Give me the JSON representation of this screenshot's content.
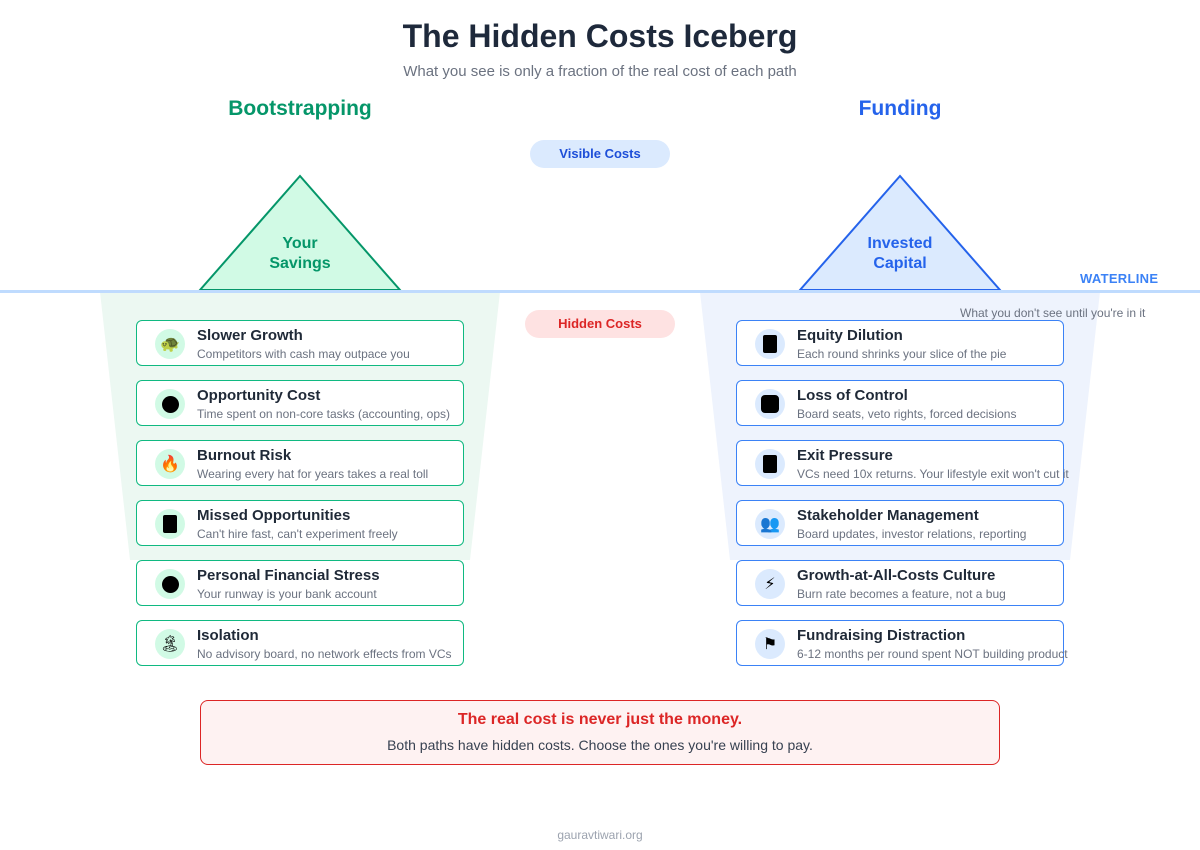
{
  "header": {
    "title": "The Hidden Costs Iceberg",
    "subtitle": "What you see is only a fraction of the real cost of each path"
  },
  "columns": {
    "left": {
      "heading": "Bootstrapping",
      "tip_line1": "Your",
      "tip_line2": "Savings"
    },
    "right": {
      "heading": "Funding",
      "tip_line1": "Invested",
      "tip_line2": "Capital"
    }
  },
  "pills": {
    "visible": "Visible Costs",
    "hidden": "Hidden Costs"
  },
  "waterline": {
    "label": "WATERLINE",
    "note": "What you don't see until you're in it"
  },
  "bootstrapping_costs": [
    {
      "title": "Slower Growth",
      "desc": "Competitors with cash may outpace you",
      "icon": "turtle-icon"
    },
    {
      "title": "Opportunity Cost",
      "desc": "Time spent on non-core tasks (accounting, ops)",
      "icon": "clock-icon"
    },
    {
      "title": "Burnout Risk",
      "desc": "Wearing every hat for years takes a real toll",
      "icon": "fire-icon"
    },
    {
      "title": "Missed Opportunities",
      "desc": "Can't hire fast, can't experiment freely",
      "icon": "door-icon"
    },
    {
      "title": "Personal Financial Stress",
      "desc": "Your runway is your bank account",
      "icon": "circle-icon"
    },
    {
      "title": "Isolation",
      "desc": "No advisory board, no network effects from VCs",
      "icon": "island-icon"
    }
  ],
  "funding_costs": [
    {
      "title": "Equity Dilution",
      "desc": "Each round shrinks your slice of the pie",
      "icon": "document-icon"
    },
    {
      "title": "Loss of Control",
      "desc": "Board seats, veto rights, forced decisions",
      "icon": "square-icon"
    },
    {
      "title": "Exit Pressure",
      "desc": "VCs need 10x returns. Your lifestyle exit won't cut it",
      "icon": "door-icon"
    },
    {
      "title": "Stakeholder Management",
      "desc": "Board updates, investor relations, reporting",
      "icon": "people-icon"
    },
    {
      "title": "Growth-at-All-Costs Culture",
      "desc": "Burn rate becomes a feature, not a bug",
      "icon": "lightning-icon"
    },
    {
      "title": "Fundraising Distraction",
      "desc": "6-12 months per round spent NOT building product",
      "icon": "flag-icon"
    }
  ],
  "callout": {
    "headline": "The real cost is never just the money.",
    "text": "Both paths have hidden costs. Choose the ones you're willing to pay."
  },
  "footer": "gauravtiwari.org",
  "colors": {
    "bootstrap": "#059669",
    "funding": "#2563eb",
    "warning": "#dc2626",
    "waterline": "#bfdbfe"
  }
}
